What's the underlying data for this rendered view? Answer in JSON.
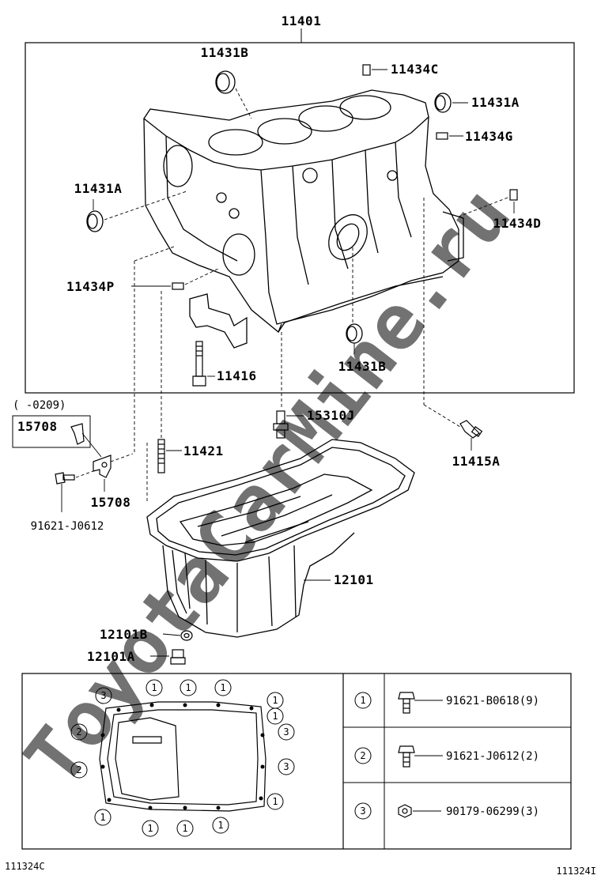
{
  "diagram": {
    "main_part": "11401",
    "parts": {
      "p11431B_top": "11431B",
      "p11434C": "11434C",
      "p11431A_right": "11431A",
      "p11434G": "11434G",
      "p11431A_left": "11431A",
      "p11434D": "11434D",
      "p11434P": "11434P",
      "p11416": "11416",
      "p11431B_bottom": "11431B",
      "p15310J": "15310J",
      "p11415A": "11415A",
      "p11421": "11421",
      "p15708_box": "15708",
      "p15708": "15708",
      "p91621_J0612": "91621-J0612",
      "p12101": "12101",
      "p12101B": "12101B",
      "p12101A": "12101A"
    },
    "date_range": "(      -0209)",
    "watermark": "ToyotaCarMine.ru",
    "code_left": "111324C",
    "code_right": "111324I"
  },
  "gasket_numbers": {
    "top_row": [
      "3",
      "1",
      "1",
      "1",
      "1"
    ],
    "right_col": [
      "1",
      "3",
      "3",
      "1"
    ],
    "left_col": [
      "2",
      "2",
      "1"
    ],
    "bottom_row": [
      "1",
      "1",
      "1"
    ]
  },
  "legend": [
    {
      "num": "1",
      "part": "91621-B0618(9)"
    },
    {
      "num": "2",
      "part": "91621-J0612(2)"
    },
    {
      "num": "3",
      "part": "90179-06299(3)"
    }
  ]
}
